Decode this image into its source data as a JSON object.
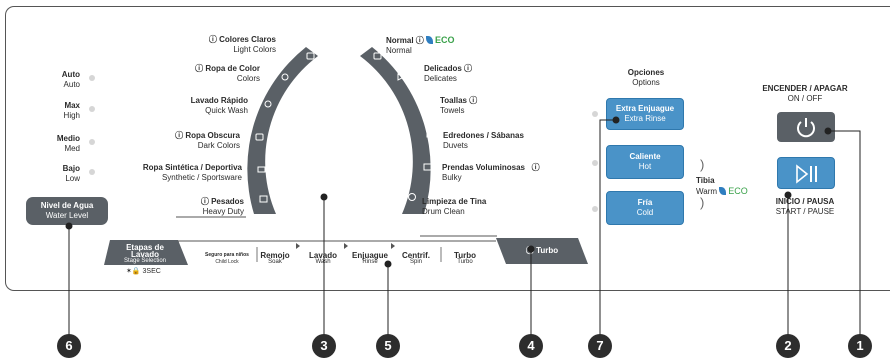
{
  "water_levels": [
    {
      "es": "Auto",
      "en": "Auto"
    },
    {
      "es": "Max",
      "en": "High"
    },
    {
      "es": "Medio",
      "en": "Med"
    },
    {
      "es": "Bajo",
      "en": "Low"
    }
  ],
  "water_level_button": {
    "es": "Nivel de Agua",
    "en": "Water Level"
  },
  "cycles_left": [
    {
      "es": "Colores Claros",
      "en": "Light Colors"
    },
    {
      "es": "Ropa de Color",
      "en": "Colors"
    },
    {
      "es": "Lavado Rápido",
      "en": "Quick Wash"
    },
    {
      "es": "Ropa Obscura",
      "en": "Dark Colors"
    },
    {
      "es": "Ropa Sintética / Deportiva",
      "en": "Synthetic / Sportsware"
    },
    {
      "es": "Pesados",
      "en": "Heavy Duty"
    }
  ],
  "cycles_right": [
    {
      "es": "Normal",
      "en": "Normal",
      "eco": "ECO"
    },
    {
      "es": "Delicados",
      "en": "Delicates"
    },
    {
      "es": "Toallas",
      "en": "Towels"
    },
    {
      "es": "Edredones / Sábanas",
      "en": "Duvets"
    },
    {
      "es": "Prendas Voluminosas",
      "en": "Bulky"
    },
    {
      "es": "Limpieza de Tina",
      "en": "Drum Clean"
    }
  ],
  "stage_bar": {
    "title_es": "Etapas de Lavado",
    "title_en": "Stage Selection",
    "child_lock_hint": "✶🔒 3SEC",
    "stages": [
      {
        "es": "Seguro para niños",
        "en": "Child Lock"
      },
      {
        "es": "Remojo",
        "en": "Soak"
      },
      {
        "es": "Lavado",
        "en": "Wash"
      },
      {
        "es": "Enjuague",
        "en": "Rinse"
      },
      {
        "es": "Centrif.",
        "en": "Spin"
      },
      {
        "es": "Turbo",
        "en": "Turbo"
      }
    ],
    "turbo_button": "Turbo"
  },
  "options": {
    "title_es": "Opciones",
    "title_en": "Options",
    "extra_rinse": {
      "es": "Extra Enjuague",
      "en": "Extra Rinse"
    },
    "hot": {
      "es": "Caliente",
      "en": "Hot"
    },
    "cold": {
      "es": "Fría",
      "en": "Cold"
    },
    "warm": {
      "es": "Tibia",
      "en": "Warm",
      "eco": "ECO"
    }
  },
  "power": {
    "es": "ENCENDER / APAGAR",
    "en": "ON / OFF"
  },
  "start_pause": {
    "es": "INICIO / PAUSA",
    "en": "START / PAUSE"
  },
  "callouts": [
    "1",
    "2",
    "3",
    "4",
    "5",
    "6",
    "7"
  ],
  "colors": {
    "blue": "#4a93c8",
    "dark": "#5a6066",
    "eco_green": "#3aa14a"
  }
}
